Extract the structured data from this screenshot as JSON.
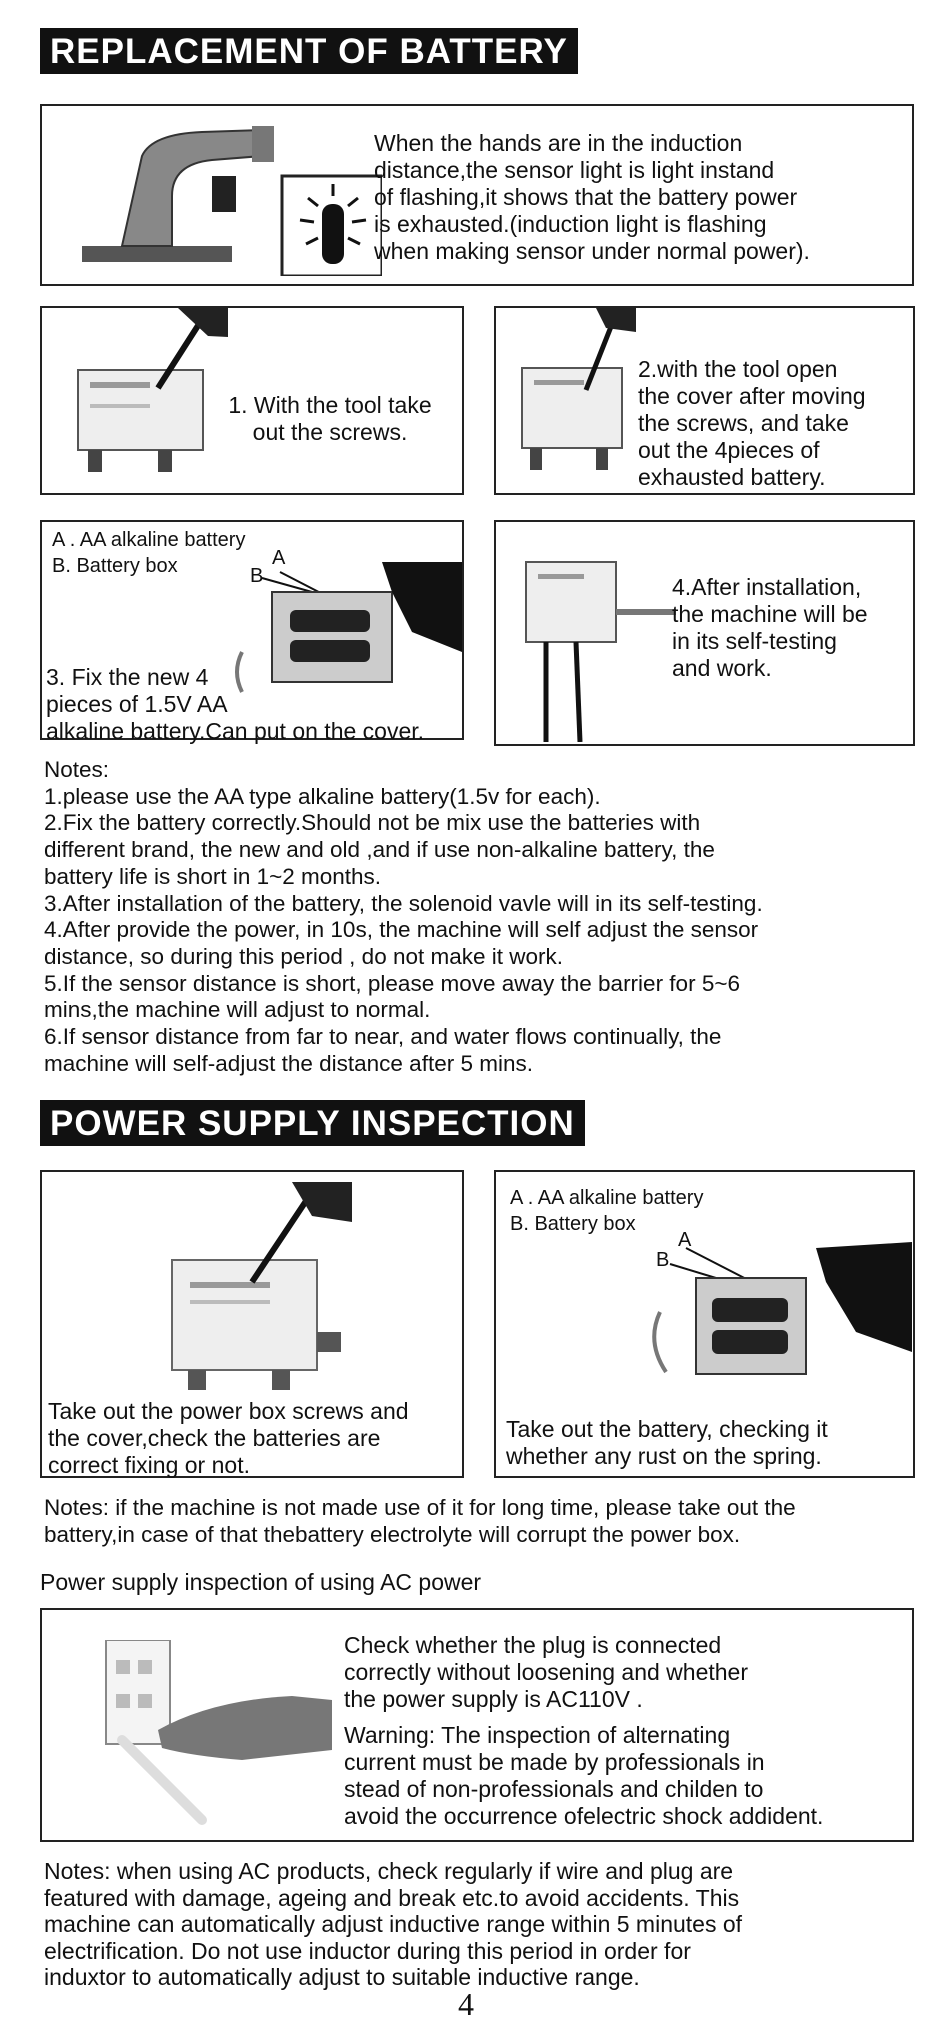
{
  "section1": {
    "heading": "REPLACEMENT OF BATTERY",
    "intro": "When the hands are in the induction\ndistance,the sensor light is light instand\nof flashing,it shows that the battery power\nis exhausted.(induction light is flashing\nwhen making sensor under normal power).",
    "step1": "1. With the tool take\nout the screws.",
    "step2": "2.with the tool open\nthe cover after moving\nthe screws, and take\nout the 4pieces of\nexhausted battery.",
    "legend_a": "A . AA alkaline battery",
    "legend_b": "B. Battery box",
    "label_a": "A",
    "label_b": "B",
    "step3": "3. Fix the new 4\npieces of 1.5V AA\nalkaline battery.Can put on the cover.",
    "step4": "4.After installation,\nthe machine will be\nin its self-testing\nand work.",
    "notes_title": "Notes:",
    "notes": [
      "1.please use the AA type alkaline battery(1.5v for each).",
      "2.Fix the battery correctly.Should not be mix use the batteries with\n   different brand, the new and old ,and if use non-alkaline battery, the\n   battery life is short  in 1~2 months.",
      "3.After installation of the battery, the solenoid vavle will in its self-testing.",
      "4.After provide the power, in  10s, the machine will self adjust the sensor\n   distance, so during this period , do not make it work.",
      "5.If the sensor distance is short, please move away the barrier for 5~6\n   mins,the machine will adjust to normal.",
      "6.If sensor distance from far to near, and water flows continually, the\n   machine will self-adjust the distance after 5 mins."
    ]
  },
  "section2": {
    "heading": "POWER SUPPLY INSPECTION",
    "box1_caption": "Take out the power box screws and\nthe cover,check the batteries are\ncorrect fixing  or not.",
    "legend_a": "A . AA alkaline battery",
    "legend_b": "B. Battery box",
    "label_a": "A",
    "label_b": "B",
    "box2_caption": "Take out the battery, checking it\nwhether  any rust  on the spring.",
    "notes": "Notes: if the machine is not made use of it for long time, please take out the\nbattery,in case of that thebattery electrolyte will corrupt the power box.",
    "subheading": "Power supply inspection of using AC power",
    "ac_check": "Check whether the plug is connected\ncorrectly without loosening and whether\nthe power supply is AC110V .",
    "ac_warning": "Warning: The inspection of alternating\ncurrent must be made by professionals in\nstead of non-professionals and childen to\navoid the occurrence ofelectric shock addident.",
    "final_notes": "Notes: when using AC products, check regularly if wire and plug are\nfeatured with damage, ageing and break etc.to avoid accidents. This\nmachine can automatically adjust inductive range within 5 minutes of\nelectrification. Do not use inductor during this period in order for\ninduxtor to automatically adjust to  suitable inductive range."
  },
  "page_number": "4"
}
